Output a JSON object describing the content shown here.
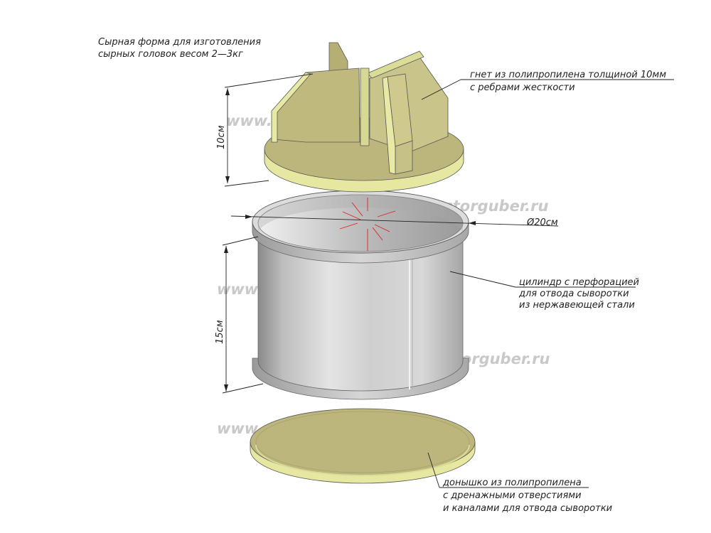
{
  "title": {
    "line1": "Сырная форма для изготовления",
    "line2": "сырных головок весом 2—3кг"
  },
  "watermark": "www.doctorguber.ru",
  "labels": {
    "press": {
      "line1": "гнет из полипропилена толщиной 10мм",
      "line2": "с ребрами жесткости"
    },
    "cylinder": {
      "line1": "цилиндр с перфорацией",
      "line2": "для отвода сыворотки",
      "line3": "из нержавеющей стали"
    },
    "bottom": {
      "line1": "донышко из полипропилена",
      "line2": "с дренажными отверстиями",
      "line3": "и каналами для отвода сыворотки"
    }
  },
  "dimensions": {
    "press_height": "10см",
    "cylinder_height": "15см",
    "diameter": "Ø20см"
  },
  "colors": {
    "plastic_top": "#bdb77f",
    "plastic_edge": "#e8e9a4",
    "steel_light": "#e2e2e2",
    "steel_dark": "#8e8e8e",
    "center_mark": "#e02020"
  }
}
